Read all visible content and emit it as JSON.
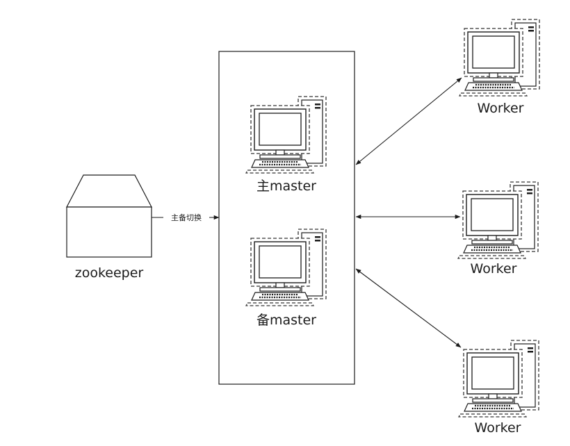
{
  "zookeeper": {
    "label": "zookeeper"
  },
  "switch_edge": {
    "label": "主备切换"
  },
  "masters": [
    {
      "label": "主master"
    },
    {
      "label": "备master"
    }
  ],
  "workers": [
    {
      "label": "Worker"
    },
    {
      "label": "Worker"
    },
    {
      "label": "Worker"
    }
  ],
  "colors": {
    "stroke": "#1a1a1a",
    "background": "#ffffff"
  }
}
